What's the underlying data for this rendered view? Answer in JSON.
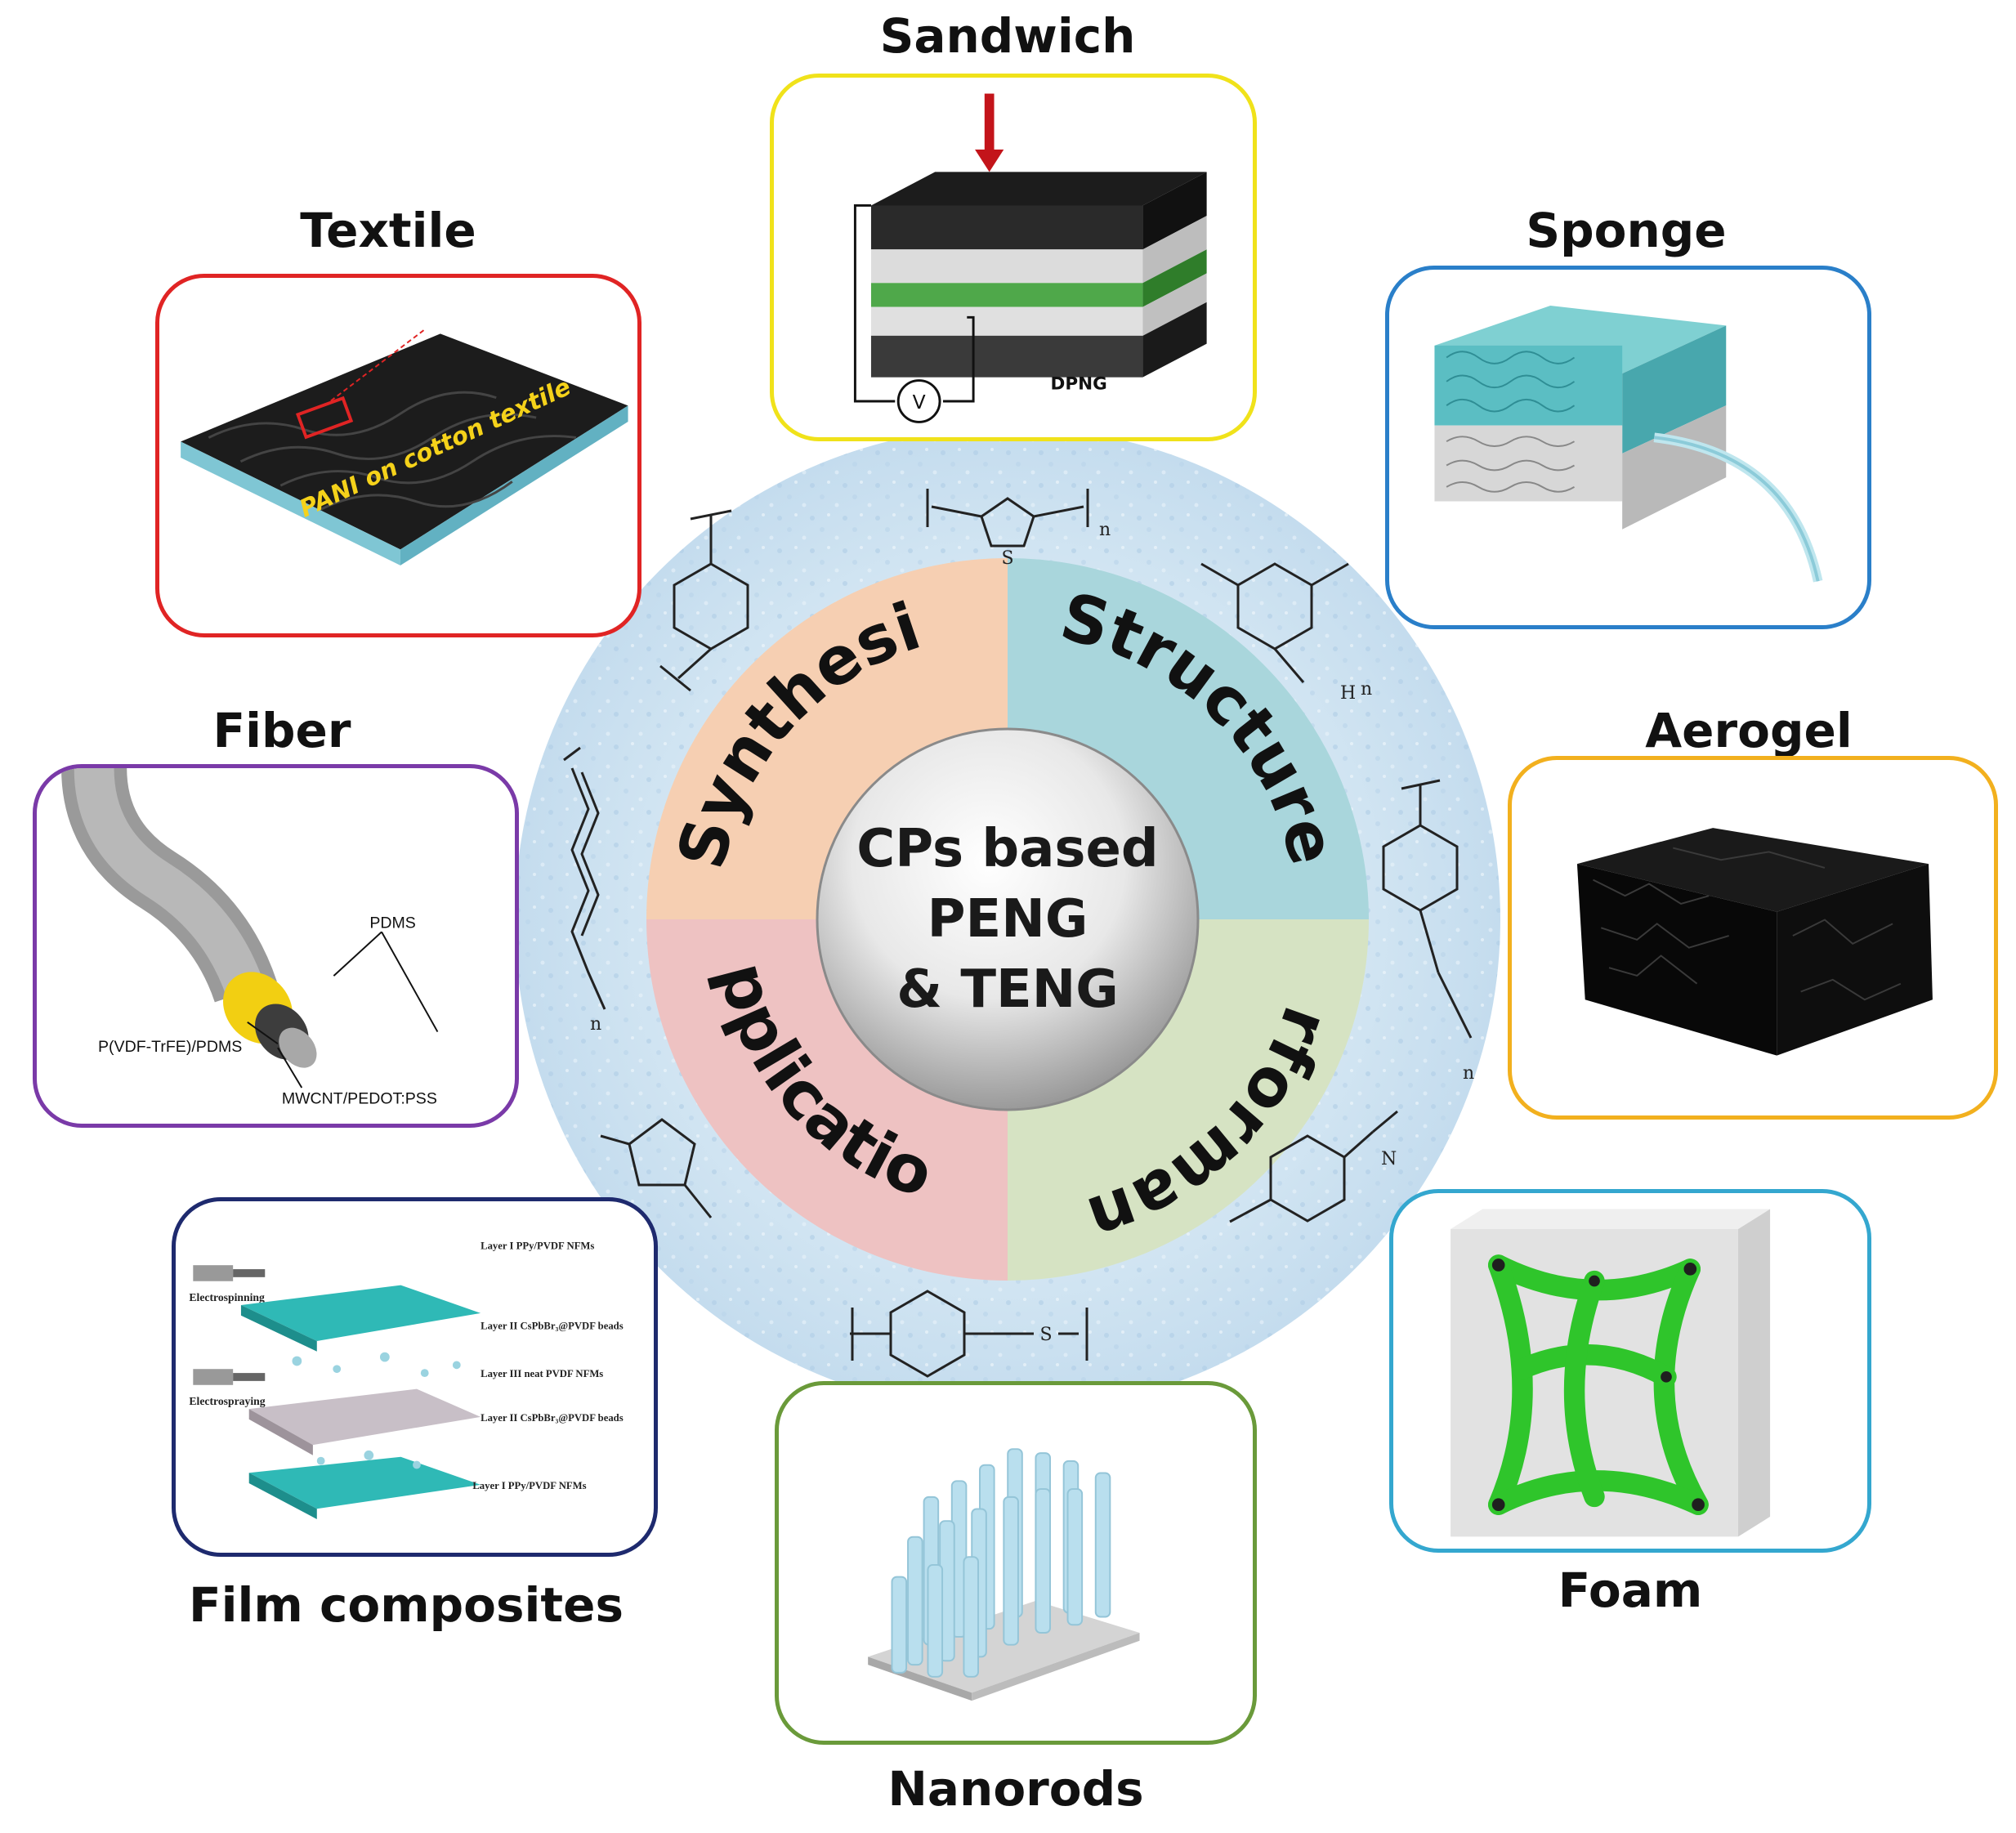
{
  "center": {
    "line1": "CPs based",
    "line2": "PENG",
    "line3": "& TENG"
  },
  "quadrants": [
    {
      "label": "Synthesis",
      "color": "#f6cfb2"
    },
    {
      "label": "Structure",
      "color": "#a9d6dc"
    },
    {
      "label": "Performance",
      "color": "#d6e3c3"
    },
    {
      "label": "Applications",
      "color": "#eec2c2"
    }
  ],
  "ring_labels": {
    "n": "n",
    "s": "S",
    "h": "H",
    "nh": "N"
  },
  "panels": {
    "sandwich": {
      "title": "Sandwich",
      "caption": "DPNG",
      "meter": "V",
      "border": "#f0e21a"
    },
    "textile": {
      "title": "Textile",
      "caption": "PANI on cotton textile",
      "border": "#e02424"
    },
    "sponge": {
      "title": "Sponge",
      "border": "#2a7fc9"
    },
    "fiber": {
      "title": "Fiber",
      "labels": [
        "PDMS",
        "P(VDF-TrFE)/PDMS",
        "MWCNT/PEDOT:PSS"
      ],
      "border": "#7a3aa8"
    },
    "aerogel": {
      "title": "Aerogel",
      "border": "#f2b01e"
    },
    "film": {
      "title": "Film composites",
      "labels": [
        "Electrospinning",
        "Electrospraying",
        "Layer I PPy/PVDF NFMs",
        "Layer II CsPbBr₃@PVDF beads",
        "Layer III neat PVDF NFMs",
        "Layer II CsPbBr₃@PVDF beads",
        "Layer I PPy/PVDF NFMs"
      ],
      "border": "#1e2a6e"
    },
    "foam": {
      "title": "Foam",
      "border": "#34a7cf"
    },
    "nanorods": {
      "title": "Nanorods",
      "border": "#6a9a3a"
    }
  }
}
